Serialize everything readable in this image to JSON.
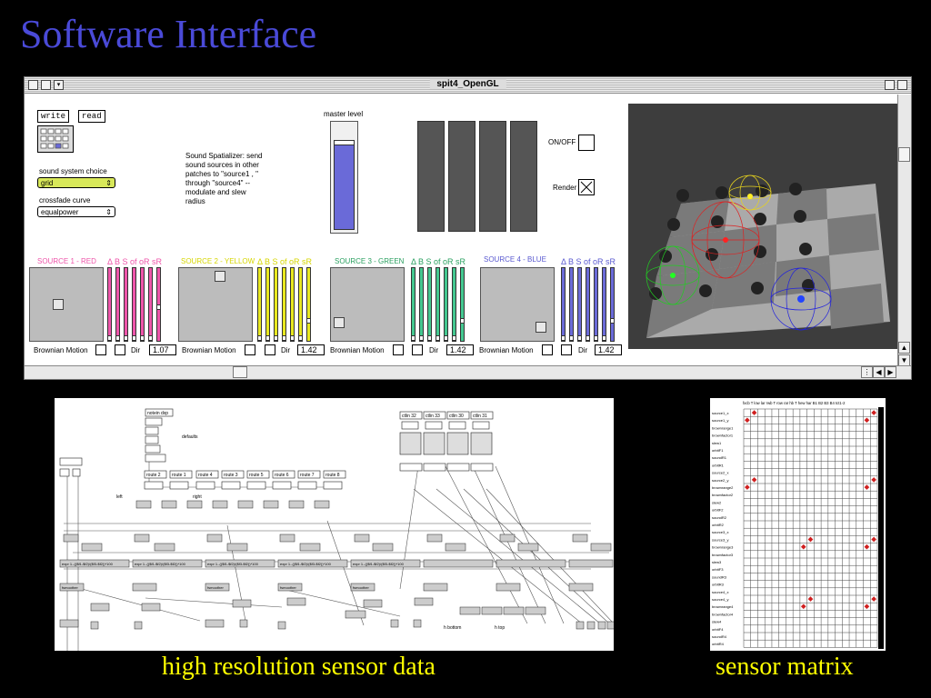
{
  "slide": {
    "title": "Software Interface",
    "caption_left": "high resolution sensor data",
    "caption_right": "sensor matrix"
  },
  "window": {
    "title": "spit4_OpenGL",
    "write_label": "write",
    "read_label": "read",
    "sound_system_label": "sound system choice",
    "sound_system_value": "grid",
    "crossfade_label": "crossfade curve",
    "crossfade_value": "equalpower",
    "description": "Sound Spatializer: send sound sources in other patches to \"source1 , \" through \"source4\" -- modulate and slew radius",
    "master_level_label": "master level",
    "master_level": 0.84,
    "onoff_label": "ON/OFF",
    "render_label": "Render",
    "render_checked": true
  },
  "sources": [
    {
      "label": "SOURCE 1 - RED",
      "color": "#ee55aa",
      "param_label": "Δ B S of oR sR",
      "brownian_label": "Brownian Motion",
      "dir_label": "Dir",
      "value": "1.07"
    },
    {
      "label": "SOURCE 2 - YELLOW",
      "color": "#e8e820",
      "param_label": "Δ B S of oR sR",
      "brownian_label": "Brownian Motion",
      "dir_label": "Dir",
      "value": "1.42"
    },
    {
      "label": "SOURCE 3 - GREEN",
      "color": "#44c890",
      "param_label": "Δ B S of oR sR",
      "brownian_label": "Brownian Motion",
      "dir_label": "Dir",
      "value": "1.42"
    },
    {
      "label": "SOURCE 4 - BLUE",
      "color": "#6a6ad8",
      "param_label": "Δ B S of oR sR",
      "brownian_label": "Brownian Motion",
      "dir_label": "Dir",
      "value": "1.42"
    }
  ],
  "patch": {
    "top_objects": [
      "notein dxp",
      "defaults",
      "left",
      "right",
      "h bottom",
      "h top"
    ],
    "route_labels": [
      "route 2",
      "route 1",
      "route 4",
      "route 3",
      "route 5",
      "route 6",
      "route 7",
      "route 8"
    ],
    "ctlin_labels": [
      "ctlin 32",
      "ctlin 33",
      "ctlin 30",
      "ctlin 31"
    ],
    "expr_label": "expr 1.-(($f1-$f2)/($f3-$f2))*100",
    "smoother_label": "fsmoother"
  },
  "matrix": {
    "header": "fxcb T low lar rwb T row rar hb T hew har B1 B2 B3 B4 tct1-2",
    "rows": [
      "source1_x",
      "source1_y",
      "brownrange1",
      "brownfactor1",
      "slew1",
      "orbitF1",
      "soundR1",
      "orbitR1",
      "source2_x",
      "source2_y",
      "brownrange2",
      "brownfactor2",
      "slew2",
      "orbitF2",
      "soundR2",
      "orbitR2",
      "source3_x",
      "source3_y",
      "brownrange3",
      "brownfactor3",
      "slew3",
      "orbitF3",
      "soundR3",
      "orbitR3",
      "source4_x",
      "source4_y",
      "brownrange4",
      "brownfactor4",
      "slew4",
      "orbitF4",
      "soundR4",
      "orbitR4"
    ]
  }
}
